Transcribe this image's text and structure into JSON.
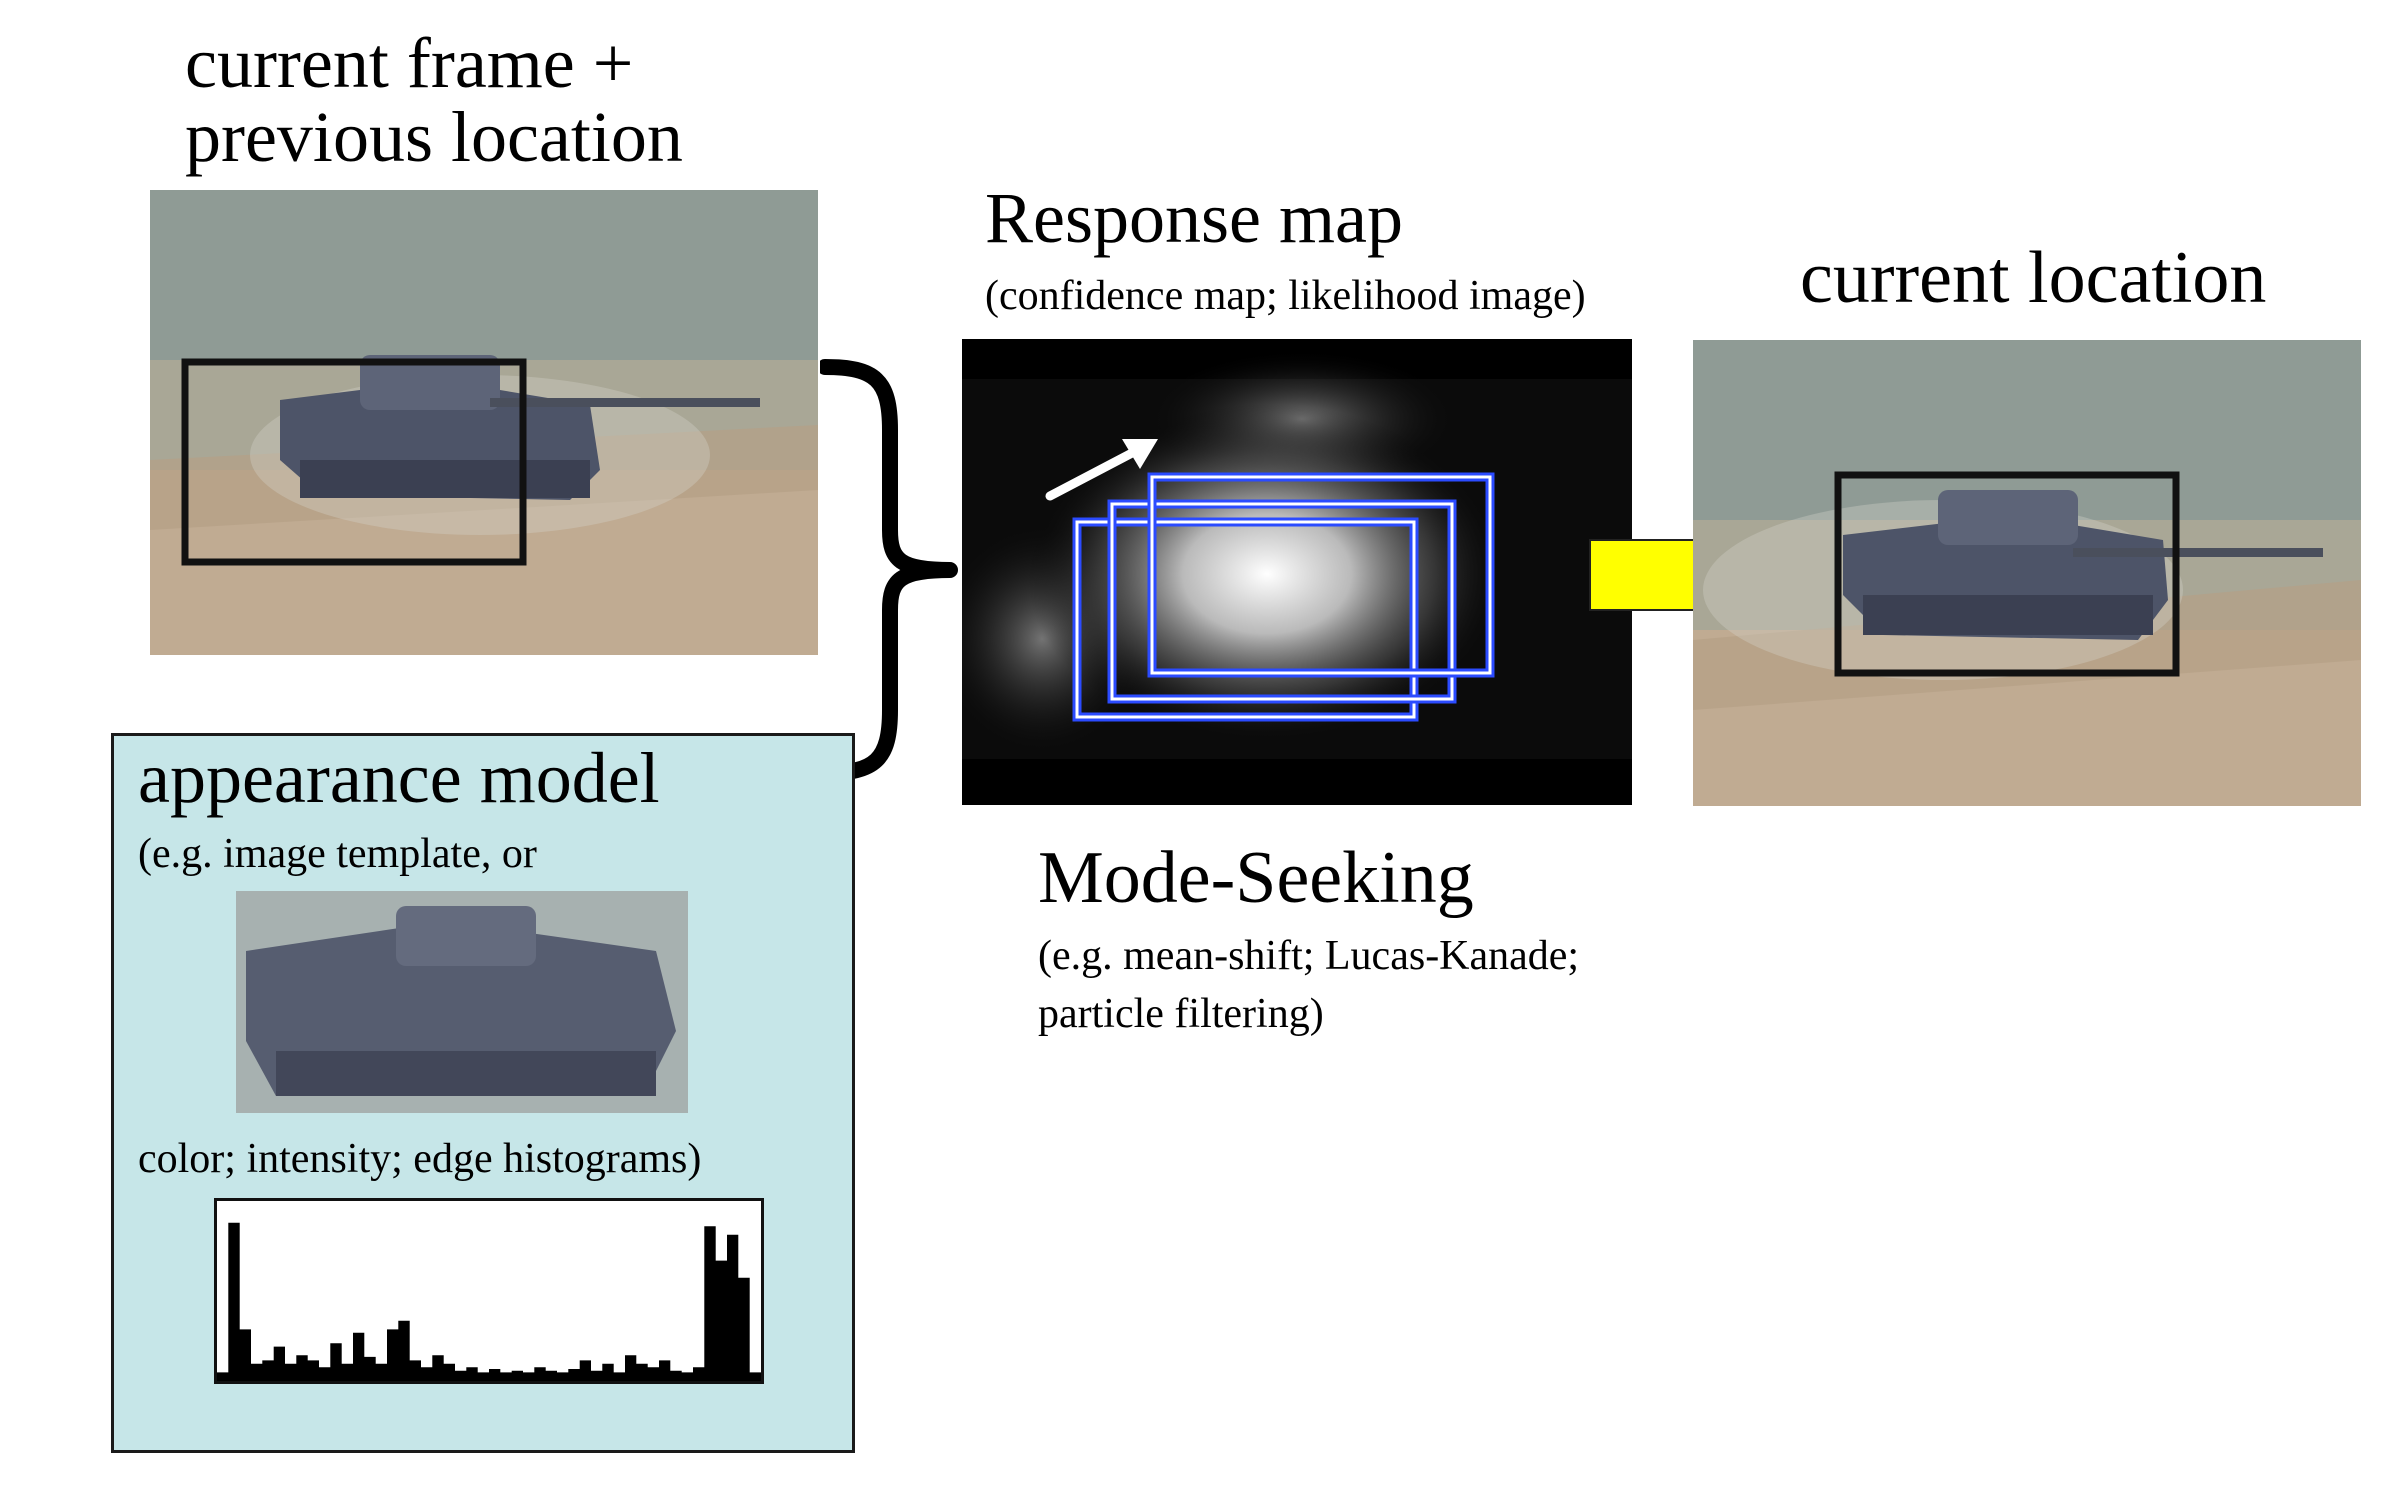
{
  "input": {
    "title_line1": "current frame +",
    "title_line2": "previous location"
  },
  "response": {
    "title": "Response map",
    "subtitle": "(confidence map; likelihood image)"
  },
  "output": {
    "title": "current location"
  },
  "appearance": {
    "title": "appearance model",
    "line1": "(e.g. image template, or",
    "line2": "color; intensity; edge histograms)",
    "histogram_profile": [
      0.05,
      0.92,
      0.3,
      0.1,
      0.12,
      0.2,
      0.1,
      0.15,
      0.12,
      0.08,
      0.22,
      0.1,
      0.28,
      0.14,
      0.1,
      0.3,
      0.35,
      0.12,
      0.08,
      0.15,
      0.1,
      0.06,
      0.08,
      0.05,
      0.07,
      0.05,
      0.06,
      0.05,
      0.08,
      0.06,
      0.05,
      0.07,
      0.12,
      0.06,
      0.1,
      0.05,
      0.15,
      0.1,
      0.08,
      0.12,
      0.06,
      0.05,
      0.08,
      0.9,
      0.7,
      0.85,
      0.6,
      0.05
    ]
  },
  "modeseeking": {
    "title": "Mode-Seeking",
    "line1": "(e.g. mean-shift; Lucas-Kanade;",
    "line2": "particle filtering)"
  },
  "colors": {
    "arrow_fill": "#ffff00",
    "window_outline": "#2b4bff",
    "panel_bg": "#c6e6e8"
  }
}
